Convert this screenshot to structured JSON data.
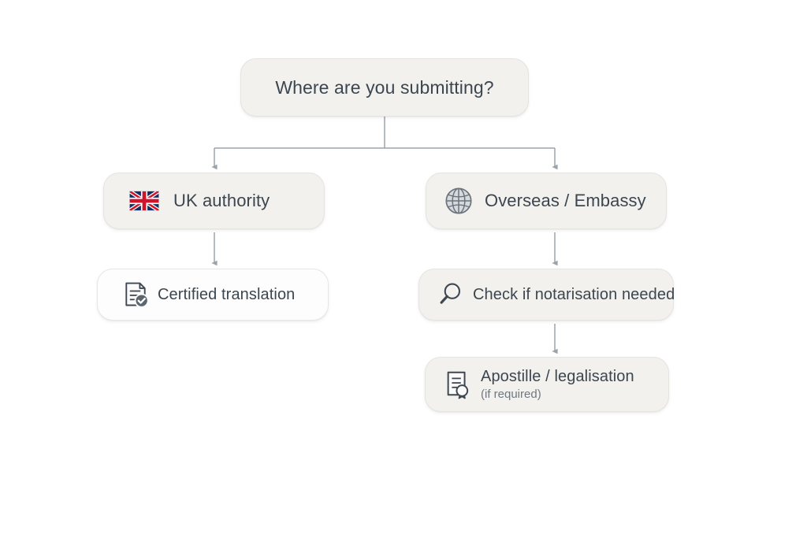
{
  "diagram": {
    "title_node": {
      "id": "root",
      "label": "Where are you submitting?"
    },
    "branches": [
      {
        "id": "uk-authority",
        "label": "UK authority",
        "icon": "uk-flag-icon",
        "steps": [
          {
            "id": "certified-translation",
            "label": "Certified translation",
            "sublabel": "",
            "icon": "document-check-icon"
          }
        ]
      },
      {
        "id": "overseas-embassy",
        "label": "Overseas / Embassy",
        "icon": "globe-icon",
        "steps": [
          {
            "id": "check-notarisation",
            "label": "Check if notarisation needed",
            "sublabel": "",
            "icon": "magnifier-icon"
          },
          {
            "id": "apostille-legalisation",
            "label": "Apostille / legalisation",
            "sublabel": "(if required)",
            "icon": "document-seal-icon"
          }
        ]
      }
    ]
  },
  "colors": {
    "page_background": "#ffffff",
    "card_background": "#f2f1ed",
    "card_background_white": "#fdfdfd",
    "card_border": "#e6e4df",
    "text": "#3c4650",
    "subtext": "#6f7880",
    "connector": "#9aa3ab",
    "icon_dark": "#3f4852",
    "icon_light": "#c9cdd2",
    "flag_blue": "#132e63",
    "flag_red": "#cf142b",
    "flag_white": "#ffffff"
  }
}
